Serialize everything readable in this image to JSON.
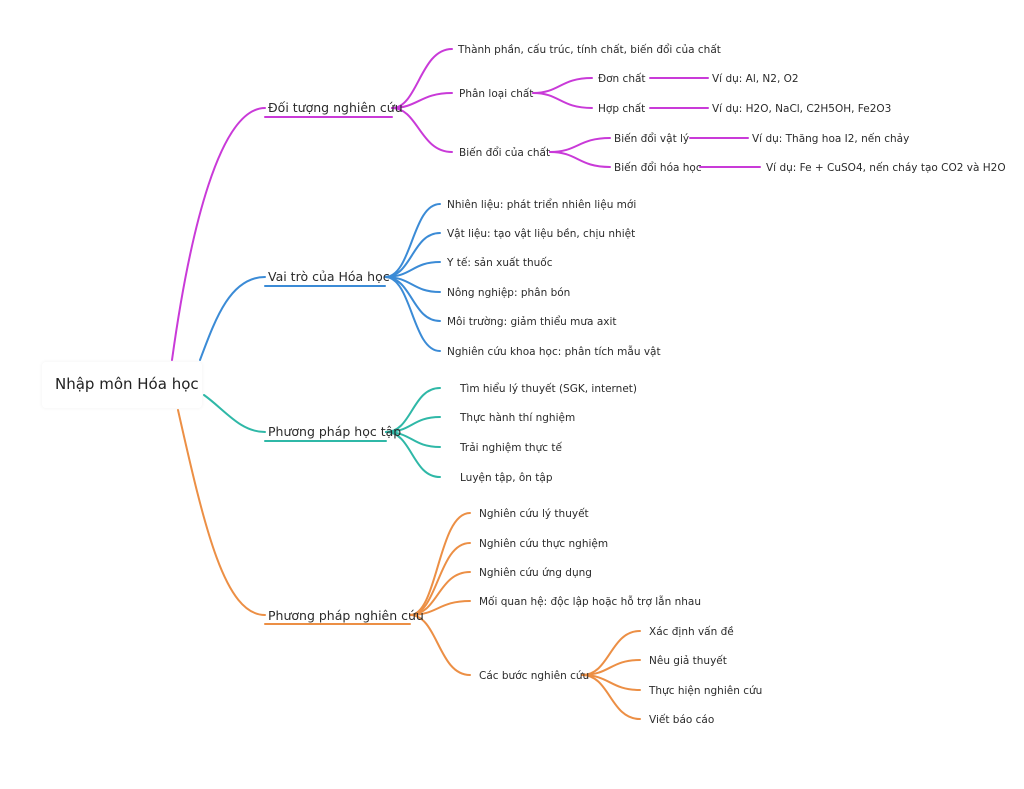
{
  "colors": {
    "purple": "#c93ad8",
    "blue": "#3b8bd6",
    "teal": "#2fb8a7",
    "orange": "#ec8f45"
  },
  "root": {
    "label": "Nhập môn Hóa học"
  },
  "branches": {
    "doi_tuong": {
      "label": "Đối tượng nghiên cứu",
      "c1": "Thành phần, cấu trúc, tính chất, biến đổi của chất",
      "c2": "Phân loại chất",
      "c2_1": "Đơn chất",
      "c2_1_1": "Ví dụ: Al, N2, O2",
      "c2_2": "Hợp chất",
      "c2_2_1": "Ví dụ: H2O, NaCl, C2H5OH, Fe2O3",
      "c3": "Biến đổi của chất",
      "c3_1": "Biến đổi vật lý",
      "c3_1_1": "Ví dụ: Thăng hoa I2, nến chảy",
      "c3_2": "Biến đổi hóa học",
      "c3_2_1": "Ví dụ: Fe + CuSO4, nến cháy tạo CO2 và H2O"
    },
    "vai_tro": {
      "label": "Vai trò của Hóa học",
      "c1": "Nhiên liệu: phát triển nhiên liệu mới",
      "c2": "Vật liệu: tạo vật liệu bền, chịu nhiệt",
      "c3": "Y tế: sản xuất thuốc",
      "c4": "Nông nghiệp: phân bón",
      "c5": "Môi trường: giảm thiểu mưa axit",
      "c6": "Nghiên cứu khoa học: phân tích mẫu vật"
    },
    "pp_hoc_tap": {
      "label": "Phương pháp học tập",
      "c1": "Tìm hiểu lý thuyết (SGK, internet)",
      "c2": "Thực hành thí nghiệm",
      "c3": "Trải nghiệm thực tế",
      "c4": "Luyện tập, ôn tập"
    },
    "pp_nghien_cuu": {
      "label": "Phương pháp nghiên cứu",
      "c1": "Nghiên cứu lý thuyết",
      "c2": "Nghiên cứu thực nghiệm",
      "c3": "Nghiên cứu ứng dụng",
      "c4": "Mối quan hệ: độc lập hoặc hỗ trợ lẫn nhau",
      "c5": "Các bước nghiên cứu",
      "c5_1": "Xác định vấn đề",
      "c5_2": "Nêu giả thuyết",
      "c5_3": "Thực hiện nghiên cứu",
      "c5_4": "Viết báo cáo"
    }
  }
}
